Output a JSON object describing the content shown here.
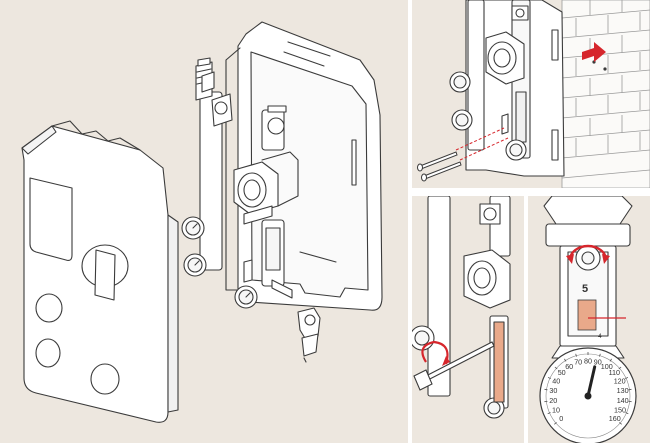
{
  "colors": {
    "background": "#ede7df",
    "outline": "#3b3b3b",
    "fill": "#ffffff",
    "accent": "#d6262c",
    "tube_fluid": "#e9a98a",
    "divider": "#ffffff"
  },
  "panels": [
    {
      "id": "main",
      "content": "exploded-assembly"
    },
    {
      "id": "top-right",
      "content": "wall-mounting"
    },
    {
      "id": "bottom-left-detail",
      "content": "flow-adjustment"
    },
    {
      "id": "bottom-right-detail",
      "content": "flow-meter-and-thermometer"
    }
  ],
  "flow_meter": {
    "digit": "5",
    "scale_label": "4",
    "rotation_arrow": "bidirectional"
  },
  "thermometer": {
    "scale_labels": [
      "0",
      "10",
      "20",
      "30",
      "40",
      "50",
      "60",
      "70",
      "80",
      "90",
      "100",
      "110",
      "120",
      "130",
      "140",
      "150",
      "160"
    ],
    "reading_fraction": 0.55
  },
  "icons": {
    "wall_arrow": "arrow-right-icon",
    "rotate_arrow": "rotate-arrow-icon",
    "screwdriver": "screwdriver-icon"
  }
}
